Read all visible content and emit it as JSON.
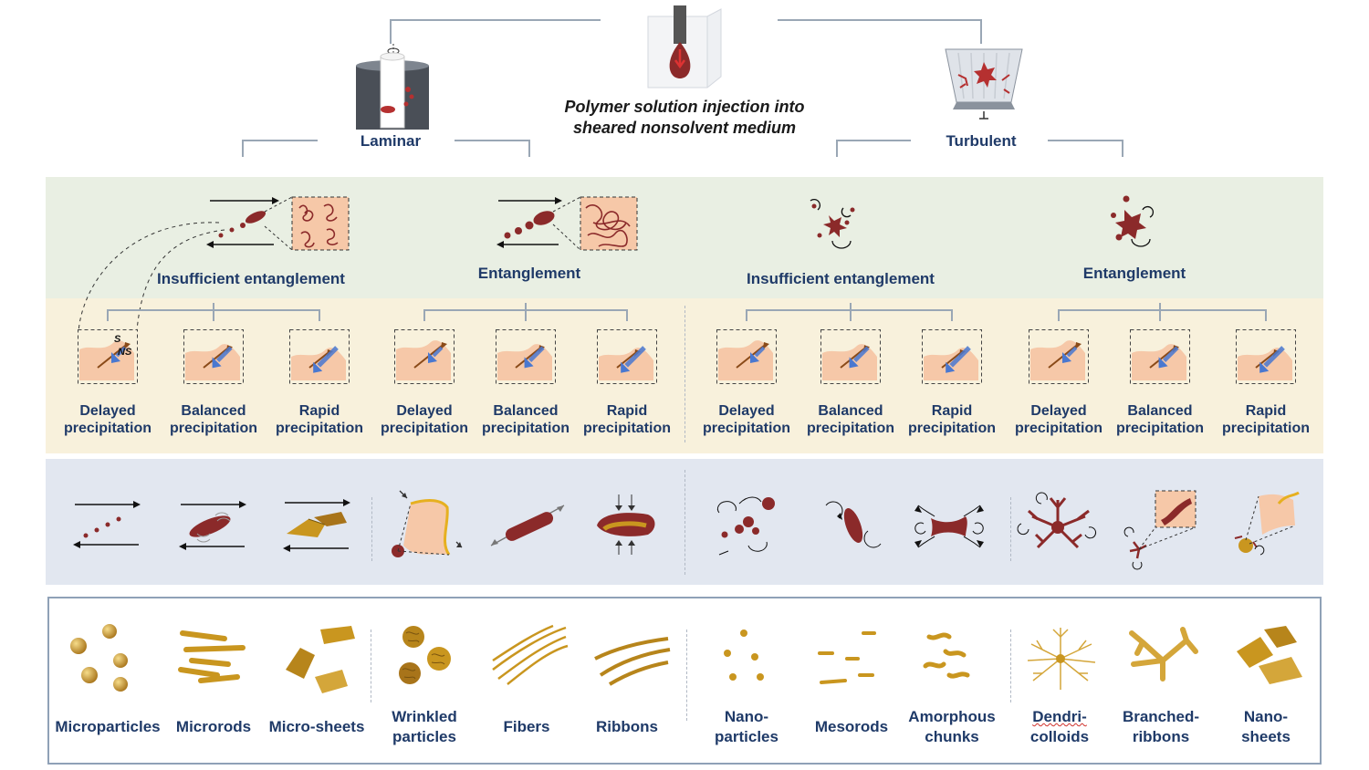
{
  "top": {
    "title": "Polymer solution injection into sheared nonsolvent medium",
    "laminar_label": "Laminar",
    "turbulent_label": "Turbulent"
  },
  "entanglement": {
    "laminar_insufficient": "Insufficient entanglement",
    "laminar_entangled": "Entanglement",
    "turbulent_insufficient": "Insufficient entanglement",
    "turbulent_entangled": "Entanglement"
  },
  "interface_marks": {
    "s": "S",
    "ns": "NS"
  },
  "precipitation": [
    {
      "line1": "Delayed",
      "line2": "precipitation"
    },
    {
      "line1": "Balanced",
      "line2": "precipitation"
    },
    {
      "line1": "Rapid",
      "line2": "precipitation"
    },
    {
      "line1": "Delayed",
      "line2": "precipitation"
    },
    {
      "line1": "Balanced",
      "line2": "precipitation"
    },
    {
      "line1": "Rapid",
      "line2": "precipitation"
    },
    {
      "line1": "Delayed",
      "line2": "precipitation"
    },
    {
      "line1": "Balanced",
      "line2": "precipitation"
    },
    {
      "line1": "Rapid",
      "line2": "precipitation"
    },
    {
      "line1": "Delayed",
      "line2": "precipitation"
    },
    {
      "line1": "Balanced",
      "line2": "precipitation"
    },
    {
      "line1": "Rapid",
      "line2": "precipitation"
    }
  ],
  "products": [
    {
      "line1": "Microparticles",
      "line2": ""
    },
    {
      "line1": "Microrods",
      "line2": ""
    },
    {
      "line1": "Micro-sheets",
      "line2": ""
    },
    {
      "line1": "Wrinkled",
      "line2": "particles"
    },
    {
      "line1": "Fibers",
      "line2": ""
    },
    {
      "line1": "Ribbons",
      "line2": ""
    },
    {
      "line1": "Nano-",
      "line2": "particles"
    },
    {
      "line1": "Mesorods",
      "line2": ""
    },
    {
      "line1": "Amorphous",
      "line2": "chunks"
    },
    {
      "line1": "Dendri-",
      "line2": "colloids"
    },
    {
      "line1": "Branched-",
      "line2": "ribbons"
    },
    {
      "line1": "Nano-",
      "line2": "sheets"
    }
  ],
  "colors": {
    "polymer_red": "#8b2a2a",
    "gold": "#c9961f",
    "arrow_brown": "#8a4a18",
    "arrow_blue": "#4a78d0",
    "skin_peach": "#f6c8a8",
    "text_navy": "#1f3a68"
  }
}
